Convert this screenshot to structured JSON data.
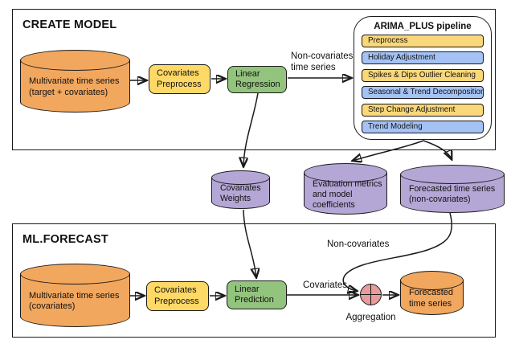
{
  "create_model": {
    "title": "CREATE MODEL",
    "source": {
      "line1": "Multivariate time series",
      "line2": "(target + covariates)"
    },
    "preprocess": {
      "line1": "Covariates",
      "line2": "Preprocess"
    },
    "regression": {
      "line1": "Linear",
      "line2": "Regression"
    },
    "noncov_arrow_label": {
      "line1": "Non-covariates",
      "line2": "time series"
    }
  },
  "arima_pipeline": {
    "title": "ARIMA_PLUS pipeline",
    "steps": [
      "Preprocess",
      "Holiday Adjustment",
      "Spikes & Dips Outlier Cleaning",
      "Seasonal & Trend Decomposition",
      "Step Change Adjustment",
      "Trend Modeling"
    ]
  },
  "outputs": {
    "covariates_weights": {
      "line1": "Covariates",
      "line2": "Weights"
    },
    "evaluation": {
      "line1": "Evaluation metrics",
      "line2": "and model",
      "line3": "coefficients"
    },
    "forecast_noncov": {
      "line1": "Forecasted time series",
      "line2": "(non-covariates)"
    }
  },
  "ml_forecast": {
    "title": "ML.FORECAST",
    "source": {
      "line1": "Multivariate time series",
      "line2": "(covariates)"
    },
    "preprocess": {
      "line1": "Covariates",
      "line2": "Preprocess"
    },
    "prediction": {
      "line1": "Linear",
      "line2": "Prediction"
    },
    "covariates_label": "Covariates",
    "noncovariates_label": "Non-covariates",
    "aggregation_label": "Aggregation",
    "result": {
      "line1": "Forecasted",
      "line2": "time series"
    }
  },
  "colors": {
    "orange": "#F2A75F",
    "yellow": "#FFD966",
    "pipeline_yellow": "#FAD87A",
    "pipeline_blue": "#A4C2F4",
    "green": "#93C47D",
    "purple": "#B4A7D6",
    "aggregation_red": "#E89B9B",
    "line": "#1A1A1A"
  }
}
